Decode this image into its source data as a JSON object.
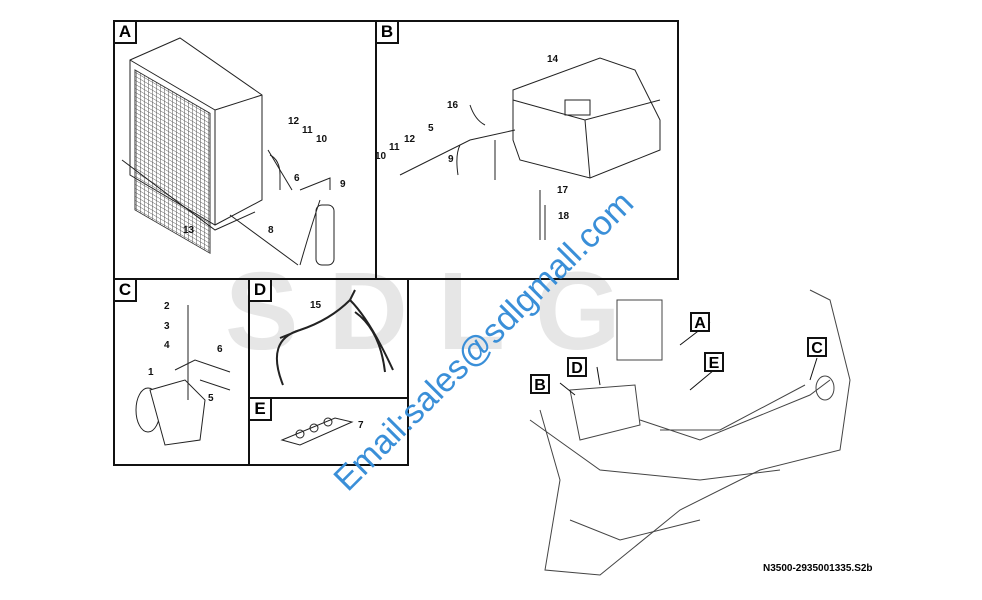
{
  "watermark": "SDLG",
  "email": "Email:sales@sdlgmall.com",
  "caption": "N3500-2935001335.S2b",
  "panels": {
    "A": {
      "label": "A",
      "parts": [
        "12",
        "11",
        "10",
        "6",
        "9",
        "8",
        "13"
      ]
    },
    "B": {
      "label": "B",
      "parts": [
        "14",
        "16",
        "5",
        "12",
        "11",
        "10",
        "9",
        "17",
        "18"
      ]
    },
    "C": {
      "label": "C",
      "parts": [
        "2",
        "3",
        "4",
        "6",
        "1",
        "5"
      ]
    },
    "D": {
      "label": "D",
      "parts": [
        "15"
      ]
    },
    "E": {
      "label": "E",
      "parts": [
        "7"
      ]
    }
  },
  "overview_callouts": [
    "A",
    "B",
    "C",
    "D",
    "E"
  ]
}
